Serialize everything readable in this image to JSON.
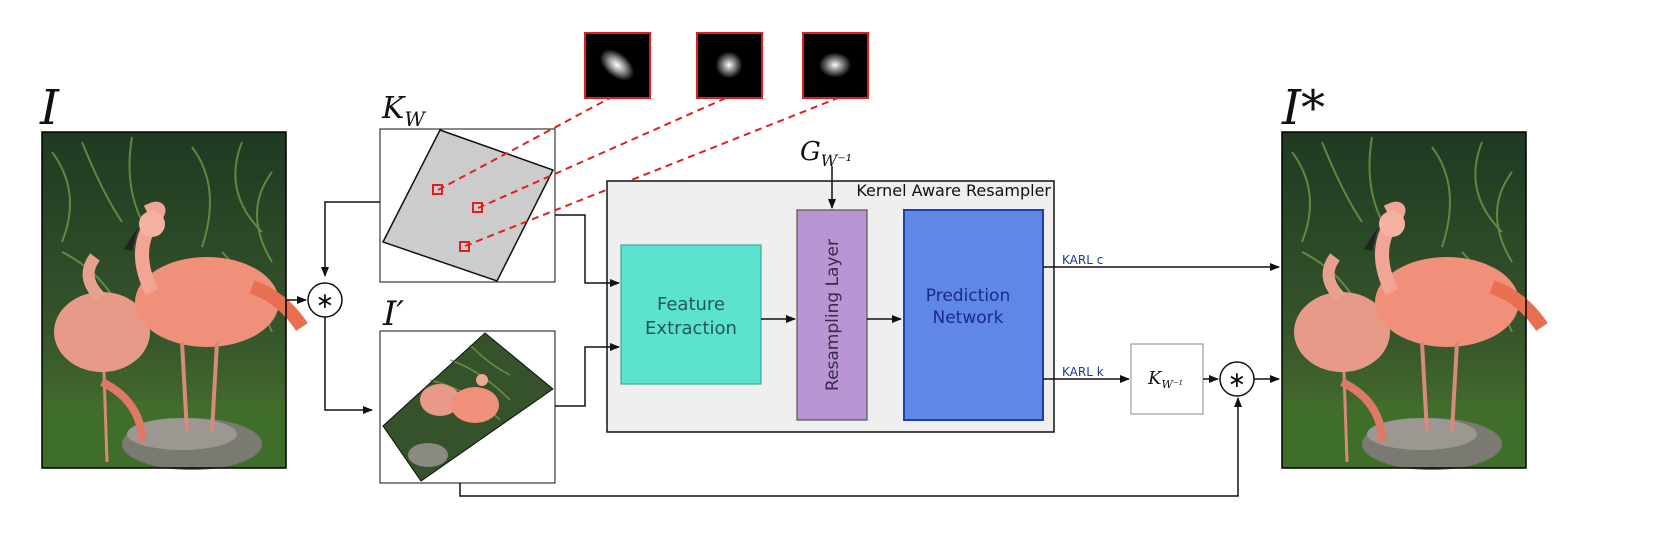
{
  "labels": {
    "input_image": "I",
    "kernel_map": "K",
    "kernel_map_sub": "W",
    "warped_image": "I′",
    "output_image": "I*",
    "grid_label": "G",
    "grid_sub": "W⁻¹",
    "conv_symbol": "∗",
    "inv_kernel": "K",
    "inv_kernel_sub": "W⁻¹",
    "resampler_title": "Kernel Aware Resampler",
    "feature_line1": "Feature",
    "feature_line2": "Extraction",
    "resampling_layer": "Resampling Layer",
    "prediction_line1": "Prediction",
    "prediction_line2": "Network",
    "karl_c": "KARL c",
    "karl_k": "KARL k"
  },
  "colors": {
    "feature": "#5ce3d0",
    "resampling": "#b995d4",
    "prediction": "#5f87e6",
    "resampler_bg": "#efefef",
    "kernel_box": "#e02020",
    "parallelogram": "#cccccc",
    "karl_text": "#1a3a9a"
  },
  "icons": {
    "input_photo": "flamingo-photo-icon",
    "output_photo": "flamingo-photo-icon",
    "warped_photo": "warped-flamingo-photo-icon",
    "blur_kernels": [
      "gaussian-kernel-icon",
      "gaussian-kernel-icon",
      "gaussian-kernel-icon"
    ]
  }
}
